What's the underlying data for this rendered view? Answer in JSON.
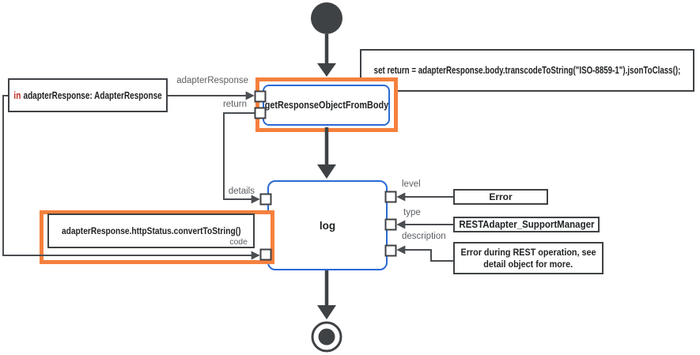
{
  "colors": {
    "accent-orange": "#f5803d",
    "node-blue": "#2a6ad4",
    "ink": "#3f4245",
    "line": "#4a4d51",
    "label": "#5b5e62",
    "kw-red": "#bb2a21",
    "bg": "#ffffff"
  },
  "flow": {
    "steps": {
      "get_response": {
        "label": "getResponseObjectFromBody"
      },
      "log": {
        "label": "log"
      }
    },
    "input_box": {
      "keyword": "in",
      "text": "adapterResponse: AdapterResponse"
    },
    "assignment_box": {
      "text": "set return = adapterResponse.body.transcodeToString(\"ISO-8859-1\").jsonToClass();"
    },
    "http_status_box": {
      "text": "adapterResponse.httpStatus.convertToString()",
      "port_label": "code"
    },
    "log_inputs": {
      "level": {
        "label": "level",
        "value": "Error"
      },
      "type": {
        "label": "type",
        "value": "RESTAdapter_SupportManager"
      },
      "description": {
        "label": "description",
        "value_line1": "Error during REST operation, see",
        "value_line2": "detail object for more."
      }
    },
    "pipeline_labels": {
      "adapter_response": "adapterResponse",
      "return": "return",
      "details": "details"
    }
  }
}
